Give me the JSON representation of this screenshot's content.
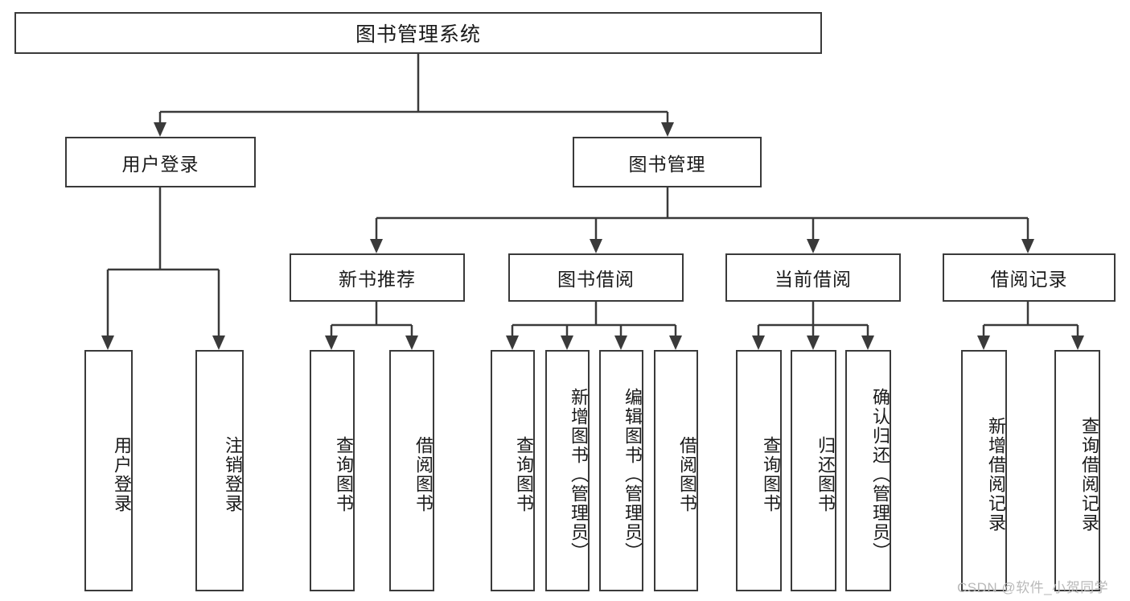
{
  "diagram": {
    "type": "tree-hierarchy",
    "title": "图书管理系统",
    "watermark": "CSDN @软件_小贺同学",
    "theme": {
      "background": "#ffffff",
      "box_border": "#3a3a3a",
      "box_fill": "#ffffff",
      "text": "#1a1a1a",
      "connector": "#3a3a3a",
      "watermark_color": "#b9b9b9"
    },
    "root": {
      "id": "root",
      "label": "图书管理系统"
    },
    "level2": [
      {
        "id": "user-login",
        "label": "用户登录"
      },
      {
        "id": "book-manage",
        "label": "图书管理"
      }
    ],
    "level3": [
      {
        "id": "new-book-recommend",
        "label": "新书推荐",
        "parent": "book-manage"
      },
      {
        "id": "book-borrow",
        "label": "图书借阅",
        "parent": "book-manage"
      },
      {
        "id": "current-borrow",
        "label": "当前借阅",
        "parent": "book-manage"
      },
      {
        "id": "borrow-record",
        "label": "借阅记录",
        "parent": "book-manage"
      }
    ],
    "leaves": {
      "user-login": [
        {
          "id": "leaf-user-login",
          "label": "用户登录"
        },
        {
          "id": "leaf-logout-login",
          "label": "注销登录"
        }
      ],
      "new-book-recommend": [
        {
          "id": "leaf-query-book-1",
          "label": "查询图书"
        },
        {
          "id": "leaf-borrow-book-1",
          "label": "借阅图书"
        }
      ],
      "book-borrow": [
        {
          "id": "leaf-query-book-2",
          "label": "查询图书"
        },
        {
          "id": "leaf-add-book",
          "label": "新增图书（管理员）"
        },
        {
          "id": "leaf-edit-book",
          "label": "编辑图书（管理员）"
        },
        {
          "id": "leaf-borrow-book-2",
          "label": "借阅图书"
        }
      ],
      "current-borrow": [
        {
          "id": "leaf-query-book-3",
          "label": "查询图书"
        },
        {
          "id": "leaf-return-book",
          "label": "归还图书"
        },
        {
          "id": "leaf-confirm-return",
          "label": "确认归还（管理员）"
        }
      ],
      "borrow-record": [
        {
          "id": "leaf-add-record",
          "label": "新增借阅记录"
        },
        {
          "id": "leaf-query-record",
          "label": "查询借阅记录"
        }
      ]
    }
  }
}
